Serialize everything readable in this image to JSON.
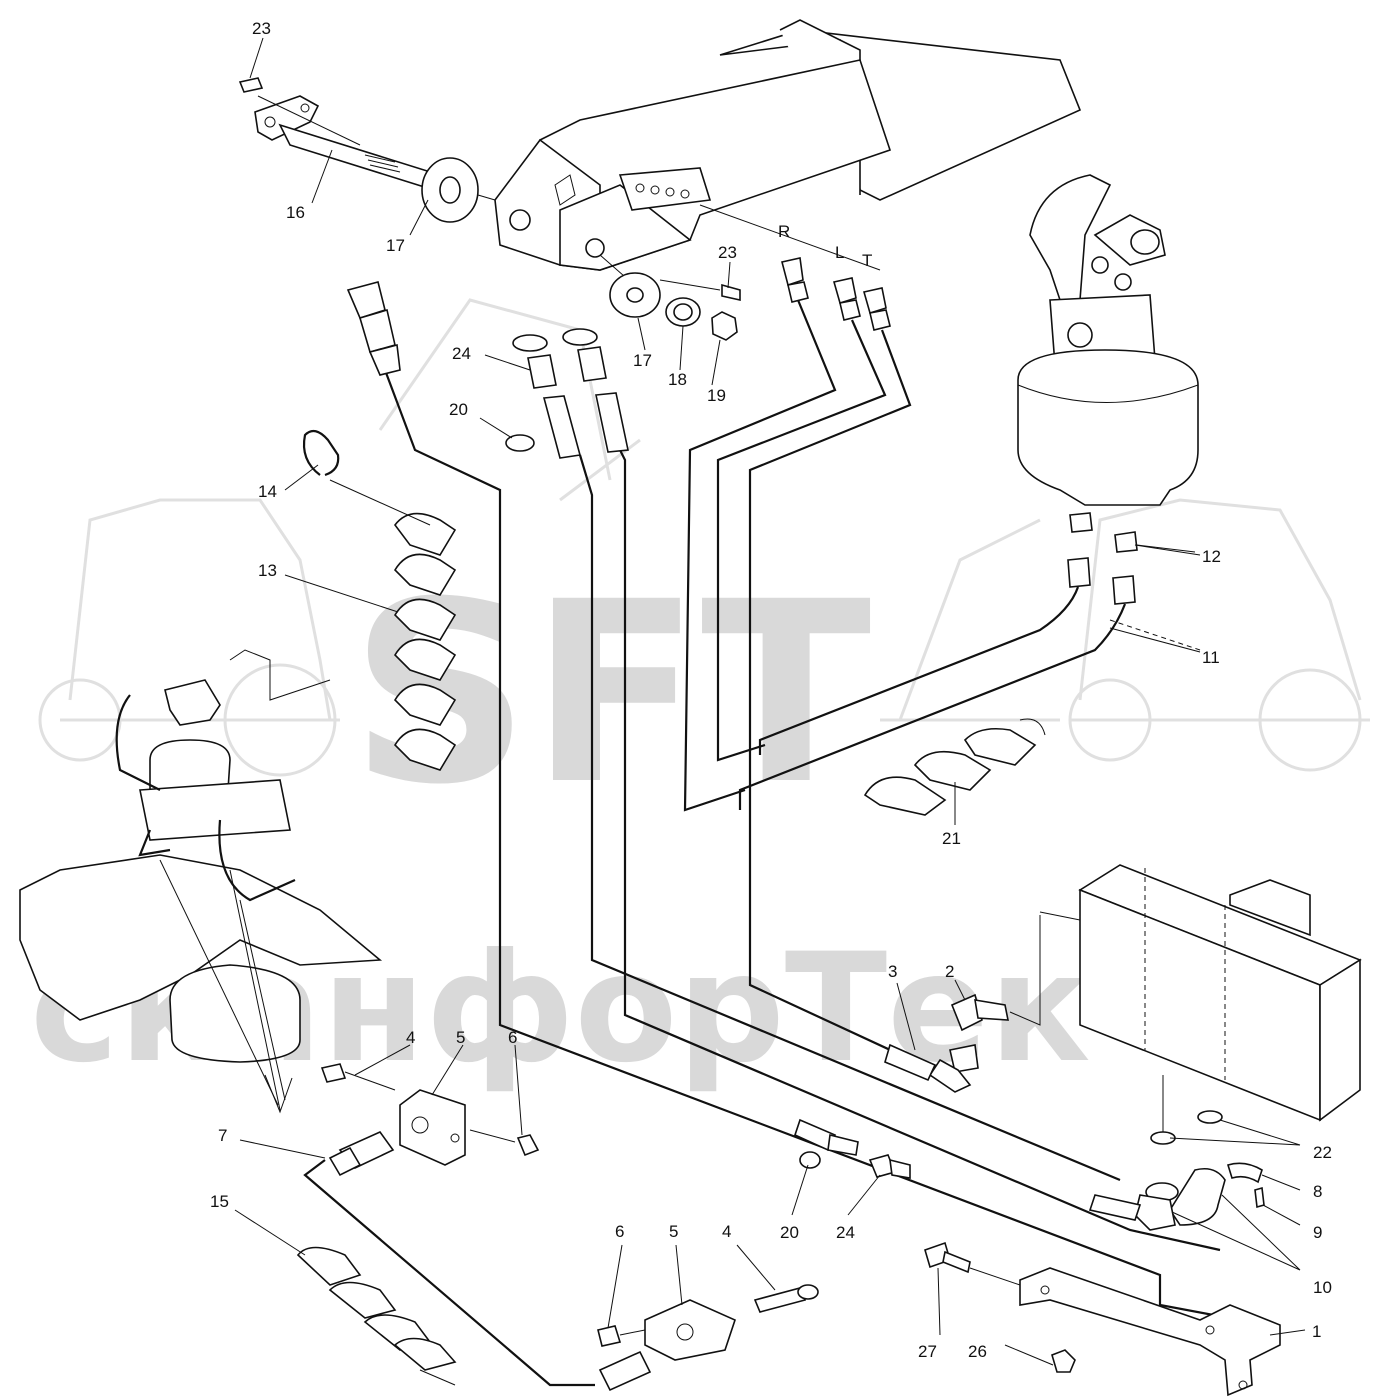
{
  "watermark": {
    "main": "SFT",
    "sub": "сканфорТек"
  },
  "port_labels": {
    "r": "R",
    "l": "L",
    "t": "T"
  },
  "callouts": [
    {
      "id": "c23a",
      "text": "23"
    },
    {
      "id": "c16",
      "text": "16"
    },
    {
      "id": "c17a",
      "text": "17"
    },
    {
      "id": "c23b",
      "text": "23"
    },
    {
      "id": "c17b",
      "text": "17"
    },
    {
      "id": "c18",
      "text": "18"
    },
    {
      "id": "c19",
      "text": "19"
    },
    {
      "id": "c24a",
      "text": "24"
    },
    {
      "id": "c20a",
      "text": "20"
    },
    {
      "id": "c14",
      "text": "14"
    },
    {
      "id": "c13",
      "text": "13"
    },
    {
      "id": "c12",
      "text": "12"
    },
    {
      "id": "c11",
      "text": "11"
    },
    {
      "id": "c21",
      "text": "21"
    },
    {
      "id": "c3",
      "text": "3"
    },
    {
      "id": "c2",
      "text": "2"
    },
    {
      "id": "c4a",
      "text": "4"
    },
    {
      "id": "c5a",
      "text": "5"
    },
    {
      "id": "c6a",
      "text": "6"
    },
    {
      "id": "c7",
      "text": "7"
    },
    {
      "id": "c15",
      "text": "15"
    },
    {
      "id": "c20b",
      "text": "20"
    },
    {
      "id": "c24b",
      "text": "24"
    },
    {
      "id": "c22",
      "text": "22"
    },
    {
      "id": "c8",
      "text": "8"
    },
    {
      "id": "c9",
      "text": "9"
    },
    {
      "id": "c10",
      "text": "10"
    },
    {
      "id": "c6b",
      "text": "6"
    },
    {
      "id": "c5b",
      "text": "5"
    },
    {
      "id": "c4b",
      "text": "4"
    },
    {
      "id": "c1",
      "text": "1"
    },
    {
      "id": "c27",
      "text": "27"
    },
    {
      "id": "c26",
      "text": "26"
    }
  ]
}
